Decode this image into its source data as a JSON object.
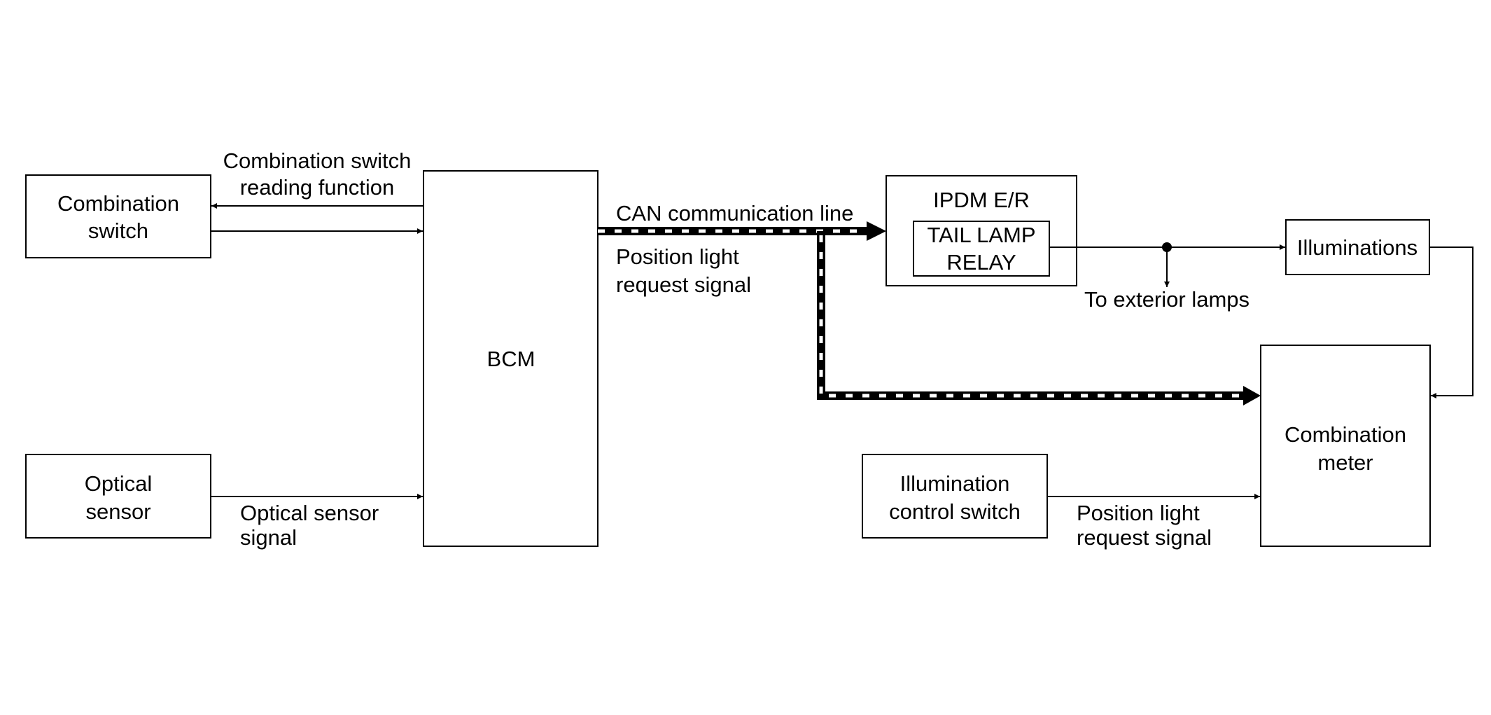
{
  "blocks": {
    "combination_switch": [
      "Combination",
      "switch"
    ],
    "bcm": "BCM",
    "optical_sensor": [
      "Optical",
      "sensor"
    ],
    "ipdm": "IPDM E/R",
    "tail_lamp_relay": [
      "TAIL LAMP",
      "RELAY"
    ],
    "illuminations": "Illuminations",
    "combination_meter": [
      "Combination",
      "meter"
    ],
    "illumination_control_switch": [
      "Illumination",
      "control switch"
    ]
  },
  "labels": {
    "combination_switch_reading": [
      "Combination switch",
      "reading function"
    ],
    "can_line": "CAN communication line",
    "position_light_request_can": [
      "Position light",
      "request signal"
    ],
    "optical_sensor_signal": [
      "Optical sensor",
      "signal"
    ],
    "to_exterior_lamps": "To exterior lamps",
    "position_light_request_switch": [
      "Position light",
      "request signal"
    ]
  },
  "colors": {
    "line": "#000000",
    "background": "#ffffff",
    "can_dash": "#ffffff"
  }
}
